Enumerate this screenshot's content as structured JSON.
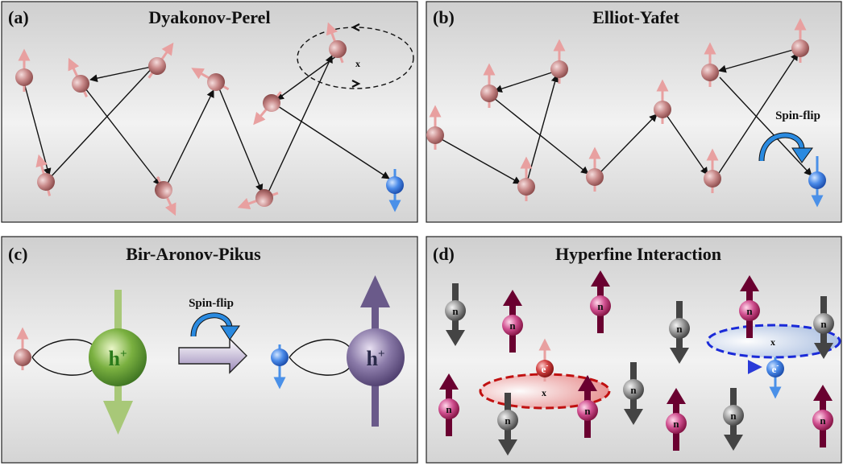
{
  "panels": {
    "a": {
      "label": "(a)",
      "title": "Dyakonov-Perel",
      "marker": "x"
    },
    "b": {
      "label": "(b)",
      "title": "Elliot-Yafet",
      "spin_flip": "Spin-flip"
    },
    "c": {
      "label": "(c)",
      "title": "Bir-Aronov-Pikus",
      "spin_flip": "Spin-flip",
      "hole_letter": "h",
      "hole_sup": "+"
    },
    "d": {
      "label": "(d)",
      "title": "Hyperfine Interaction",
      "nucleus_letter": "n",
      "electron_letter": "e",
      "electron_sup": "-",
      "marker": "x"
    }
  },
  "colors": {
    "spin_up": "#e8a0a0",
    "spin_down": "#4a90e8",
    "electron_body": "#b87070",
    "electron_blue": "#4a8ae8",
    "hole_green": "#5a9a30",
    "hole_purple": "#6a5a8a",
    "nucleus_up": "#6a0030",
    "nucleus_down": "#444444",
    "nucleus_pink": "#c0407a",
    "nucleus_gray": "#888888",
    "ellipse_red": "#c01010",
    "ellipse_blue": "#1a2ad8",
    "flip_arrow": "#2a8ae0"
  },
  "icons": [
    "spin-up-electron-icon",
    "spin-down-electron-icon",
    "curved-flip-arrow-icon",
    "hollow-right-arrow-icon",
    "nucleus-icon",
    "hole-icon"
  ]
}
